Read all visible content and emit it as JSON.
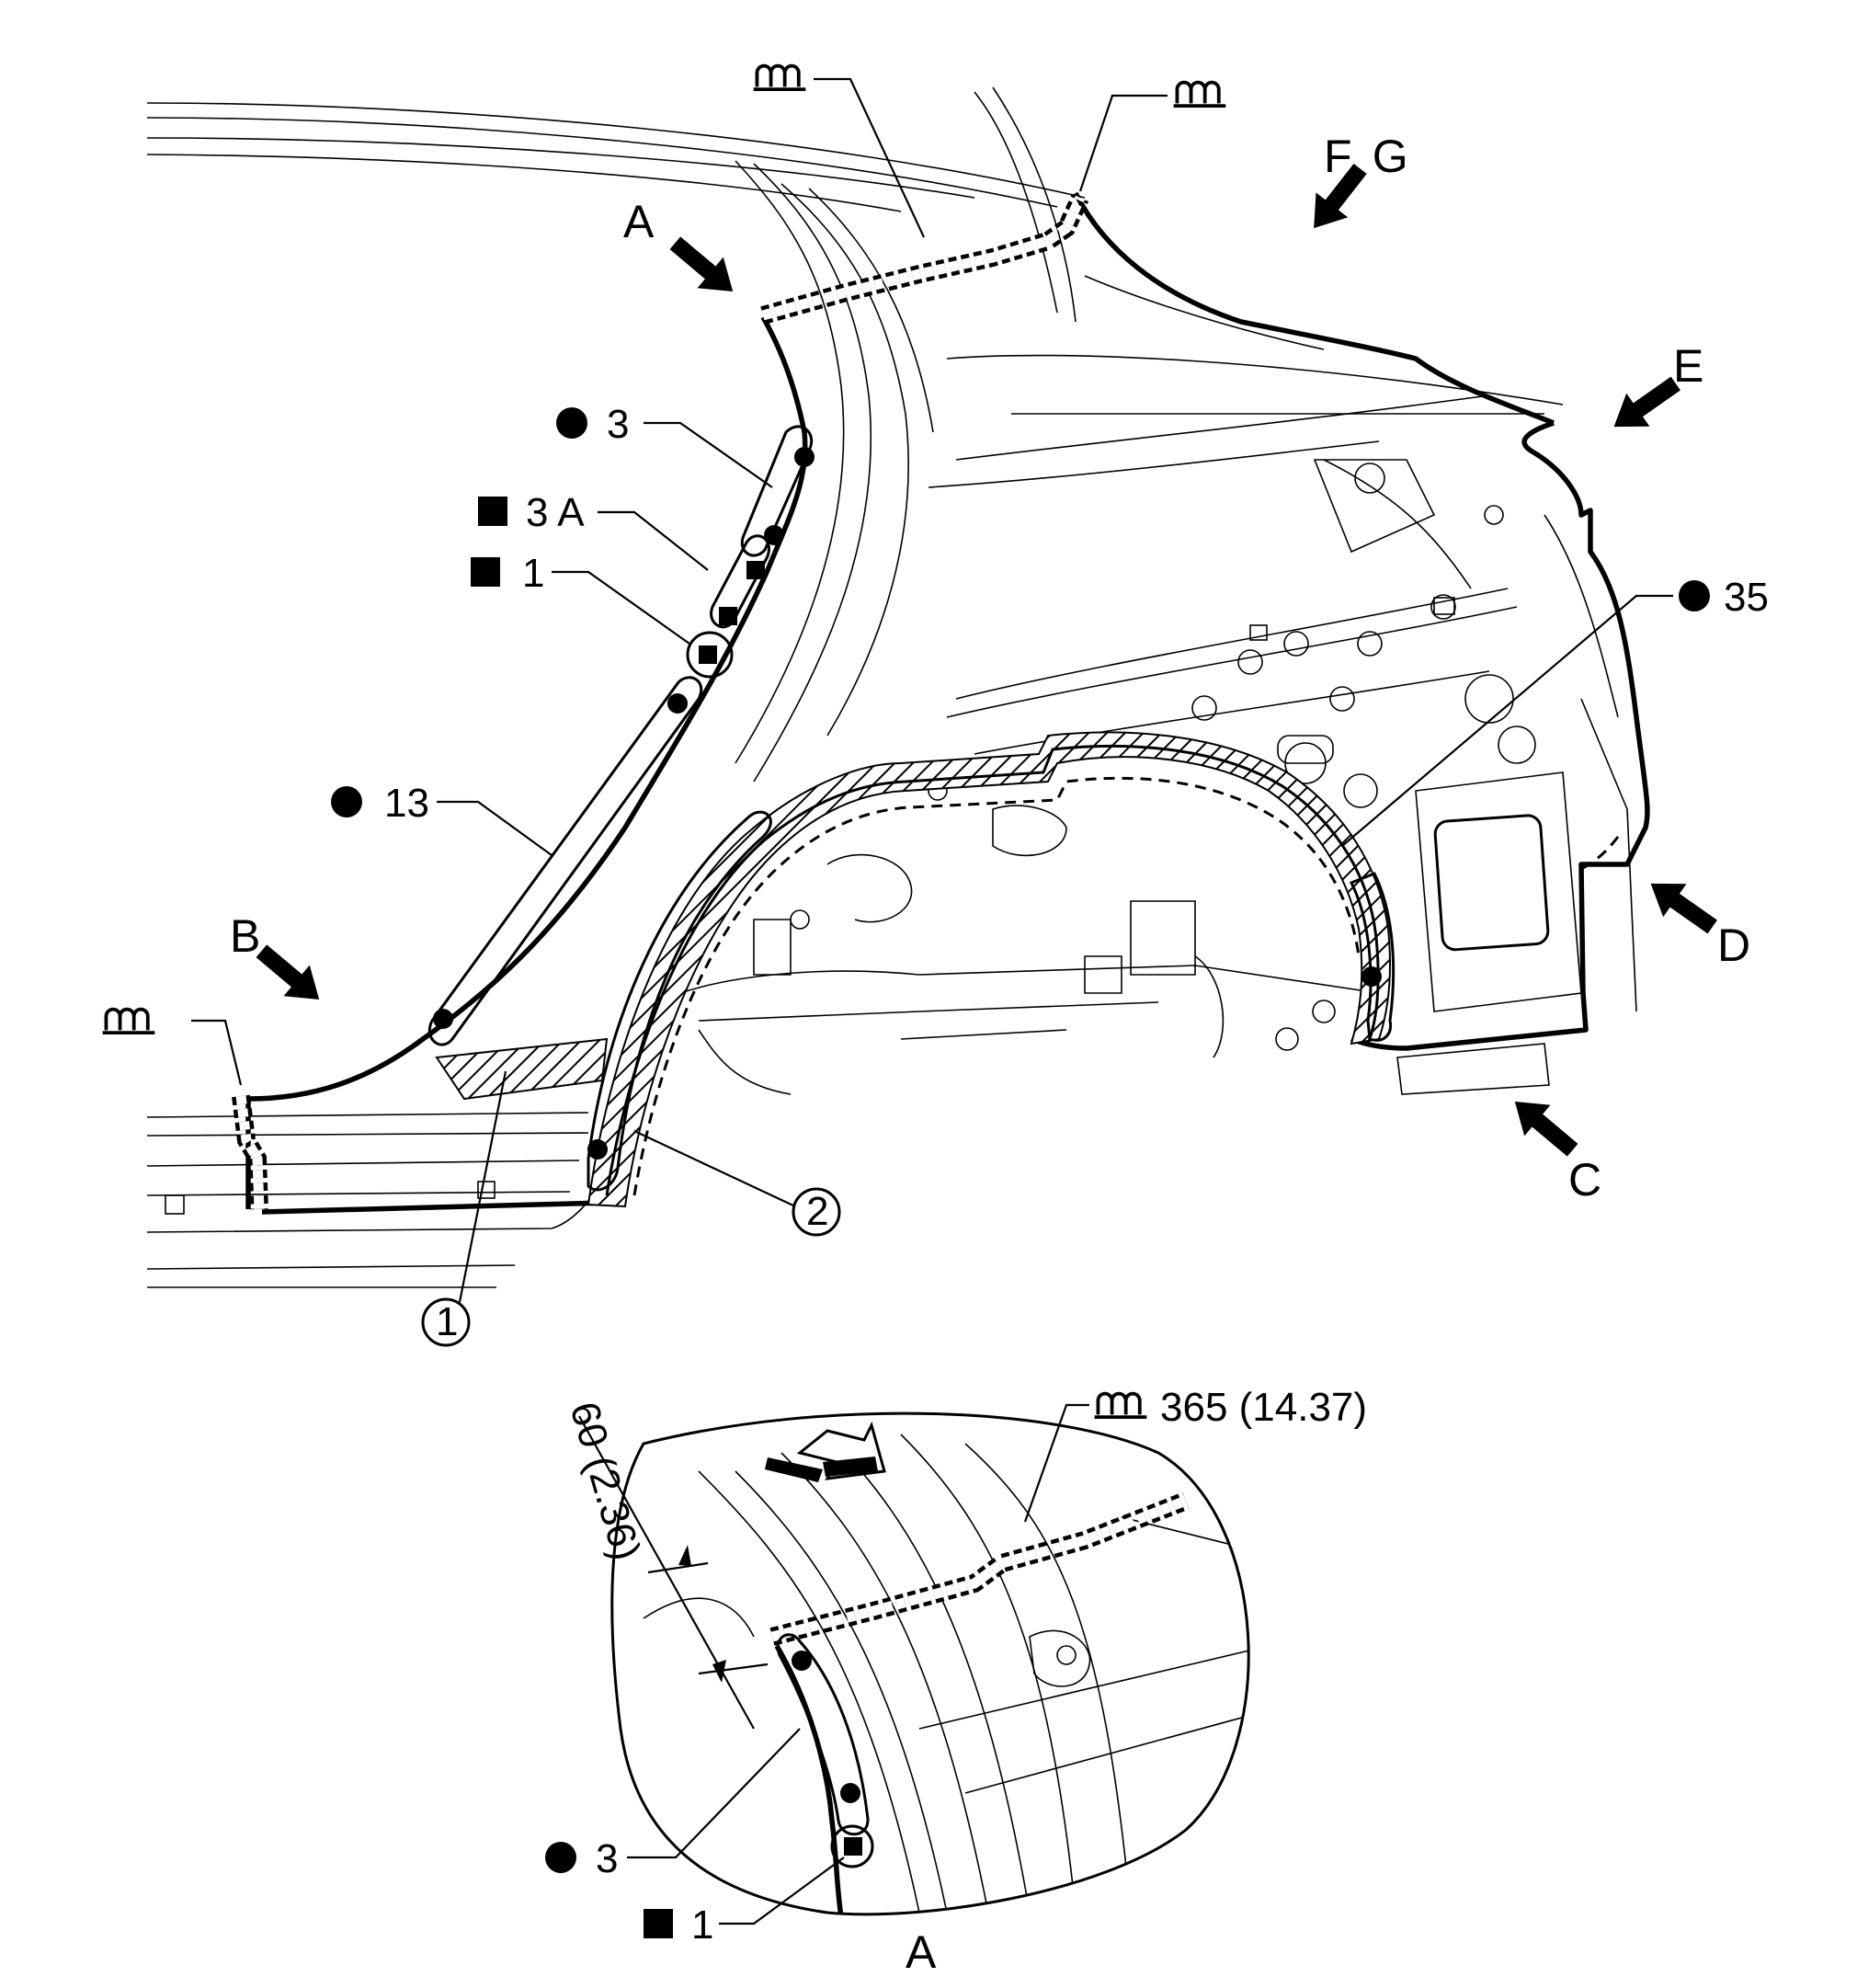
{
  "view_labels": {
    "a": "A",
    "b": "B",
    "c": "C",
    "d": "D",
    "e": "E",
    "fg": "F, G",
    "detail_a": "A"
  },
  "callouts": {
    "spot3_top": "3",
    "stud3a": "3 A",
    "stud1": "1",
    "spot13": "13",
    "spot35": "35",
    "detail_spot3": "3",
    "detail_stud1": "1"
  },
  "part_numbers": {
    "part1": "1",
    "part2": "2"
  },
  "dimensions": {
    "offset": "60 (2.36)",
    "weld_length": "365 (14.37)"
  },
  "icons": {
    "spot_weld": "filled-circle-icon",
    "plug_weld": "filled-square-icon",
    "arc_weld": "arc-weld-symbol-icon",
    "view_arrow": "direction-arrow-icon",
    "front_arrow": "vehicle-front-arrow-icon"
  }
}
